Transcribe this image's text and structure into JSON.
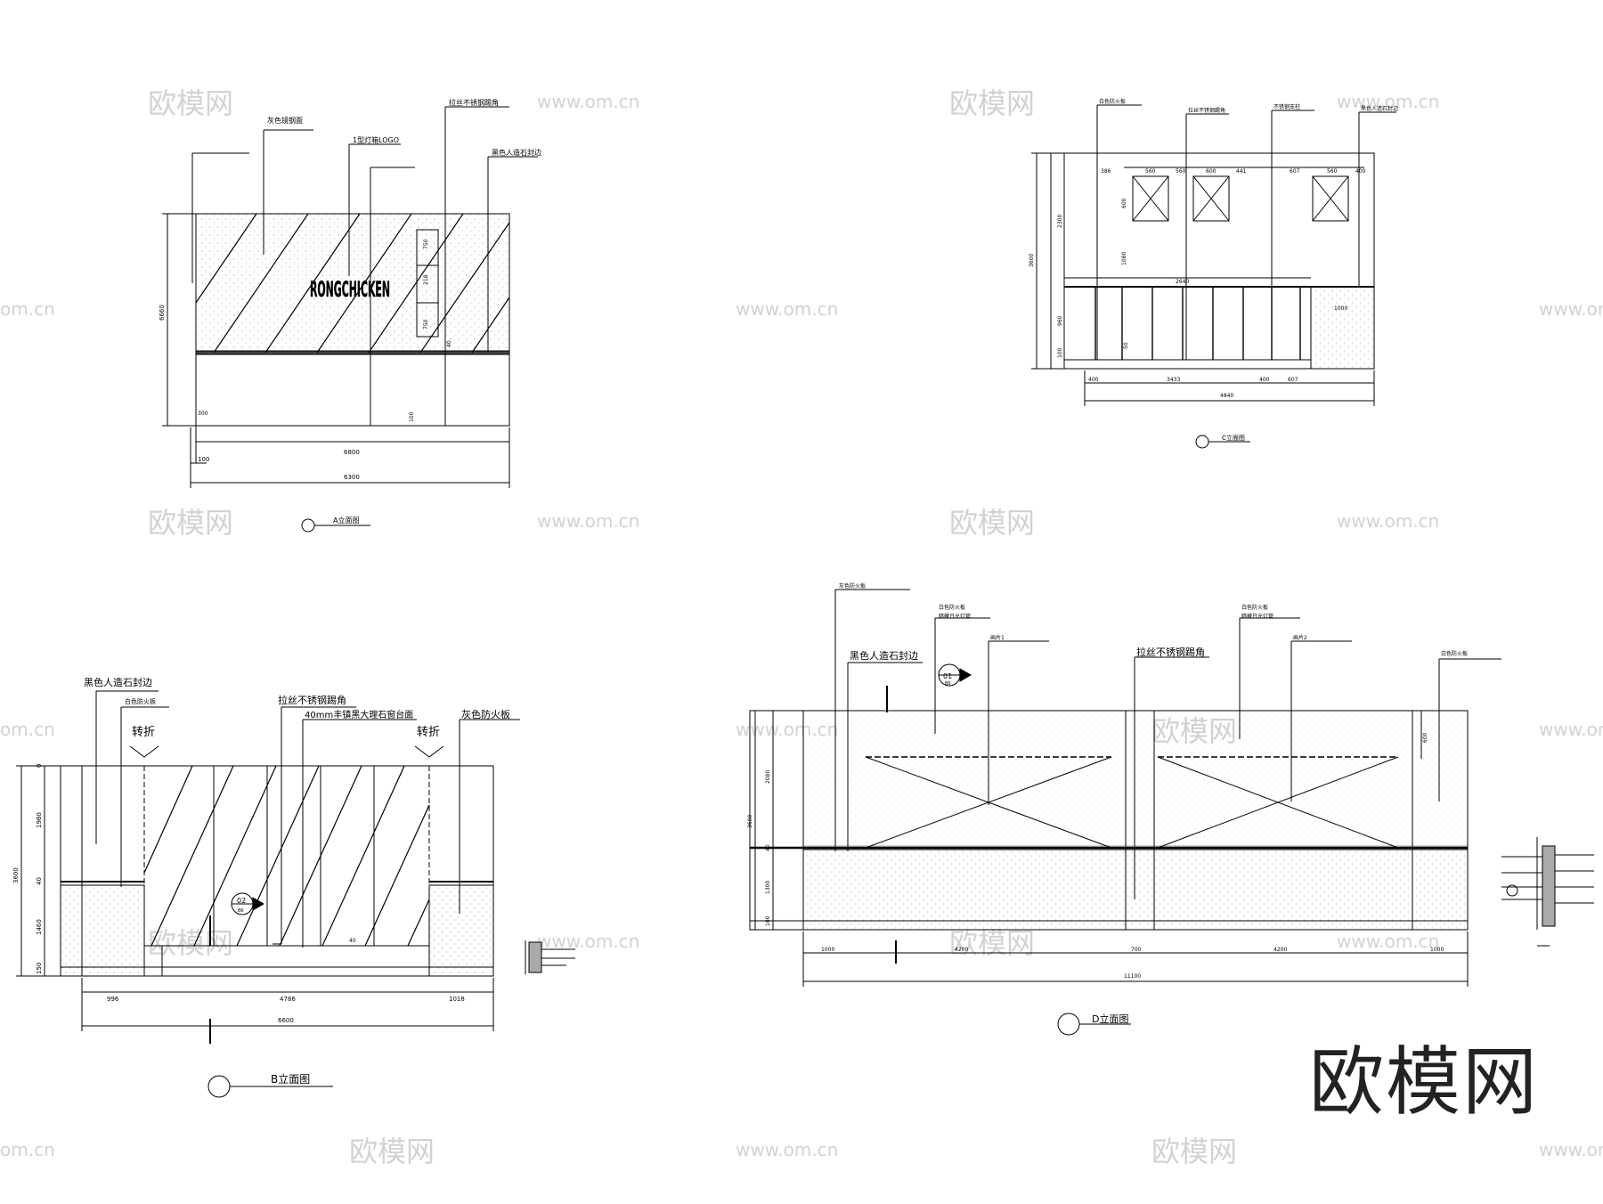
{
  "watermarks": {
    "cn": "欧模网",
    "url": "www.om.cn",
    "url_partial": "om.cn"
  },
  "brand_logo": "欧模网",
  "drawings": {
    "a": {
      "title": "A立面图",
      "logo_text": "RONGCHICKEN",
      "labels": [
        "灰色镜钢面",
        "1型灯箱LOGO",
        "拉丝不锈钢踢角",
        "黑色人造石封边"
      ],
      "dims": {
        "height": "6660",
        "inner": "6800",
        "total": "6300",
        "left": "100",
        "seg1": "750",
        "seg2": "218",
        "seg3": "750",
        "base": "300",
        "kick": "100",
        "d40": "40"
      }
    },
    "b": {
      "title": "B立面图",
      "labels": [
        "黑色人造石封边",
        "白色防火板",
        "转折",
        "拉丝不锈钢踢角",
        "40mm丰镇黑大理石窗台面",
        "转折",
        "灰色防火板"
      ],
      "marker": {
        "top": "02",
        "bottom": "B6"
      },
      "dims": {
        "total": "6600",
        "left": "996",
        "mid": "4786",
        "right": "1018",
        "height": "3600",
        "h1": "1980",
        "h2": "40",
        "h3": "1460",
        "h4": "150",
        "top": "0",
        "d40": "40"
      }
    },
    "c": {
      "title": "C立面图",
      "labels": [
        "白色防火板",
        "拉丝不锈钢踢角",
        "不锈钢支柱",
        "黑色人造石封边"
      ],
      "dims": {
        "total": "4840",
        "w1": "400",
        "w2": "3433",
        "w3": "400",
        "w4": "607",
        "height": "3600",
        "h1": "2300",
        "h2": "1080",
        "h3": "960",
        "h4": "100",
        "h5": "600",
        "win1": "386",
        "win2": "560",
        "win3": "560",
        "win4": "600",
        "win5": "441",
        "win6": "607",
        "win7": "560",
        "win8": "400",
        "counter": "2640",
        "side": "1000",
        "d50": "50"
      }
    },
    "d": {
      "title": "D立面图",
      "labels": [
        "灰色防火板",
        "白色防火板",
        "暗藏日光灯管",
        "黑色人造石封边",
        "画片1",
        "拉丝不锈钢踢角",
        "白色防火板",
        "暗藏日光灯管",
        "画片2",
        "白色防火板"
      ],
      "marker": {
        "top": "01",
        "bottom": "B6"
      },
      "dims": {
        "total": "11100",
        "w1": "1000",
        "w2": "4200",
        "w3": "700",
        "w4": "4200",
        "w5": "1000",
        "height": "3600",
        "h1": "2080",
        "h2": "40",
        "h3": "1300",
        "h4": "100",
        "r1": "600"
      }
    }
  }
}
